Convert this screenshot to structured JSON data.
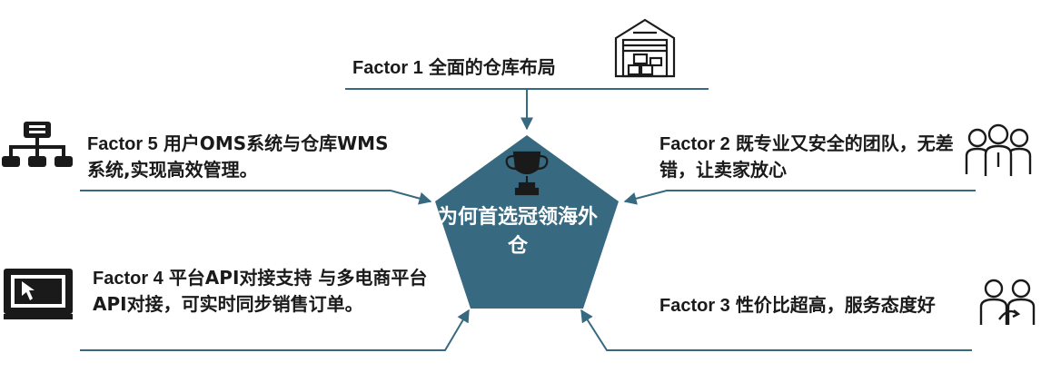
{
  "center": {
    "title": "为何首选冠领海外仓"
  },
  "factors": [
    {
      "tag": "Factor 1",
      "text": "全面的仓库布局",
      "icon": "warehouse-icon"
    },
    {
      "tag": "Factor 2",
      "text": "既专业又安全的团队，无差错，让卖家放心",
      "icon": "team-icon"
    },
    {
      "tag": "Factor 3",
      "text": "性价比超高，服务态度好",
      "icon": "service-icon"
    },
    {
      "tag": "Factor 4",
      "text": "平台API对接支持 与多电商平台API对接，可实时同步销售订单。",
      "icon": "monitor-cursor-icon"
    },
    {
      "tag": "Factor 5",
      "text": "用户OMS系统与仓库WMS系统,实现高效管理。",
      "icon": "network-icon"
    }
  ],
  "colors": {
    "accent": "#376a80",
    "icon": "#1a1a1a",
    "text": "#1a1a1a"
  }
}
